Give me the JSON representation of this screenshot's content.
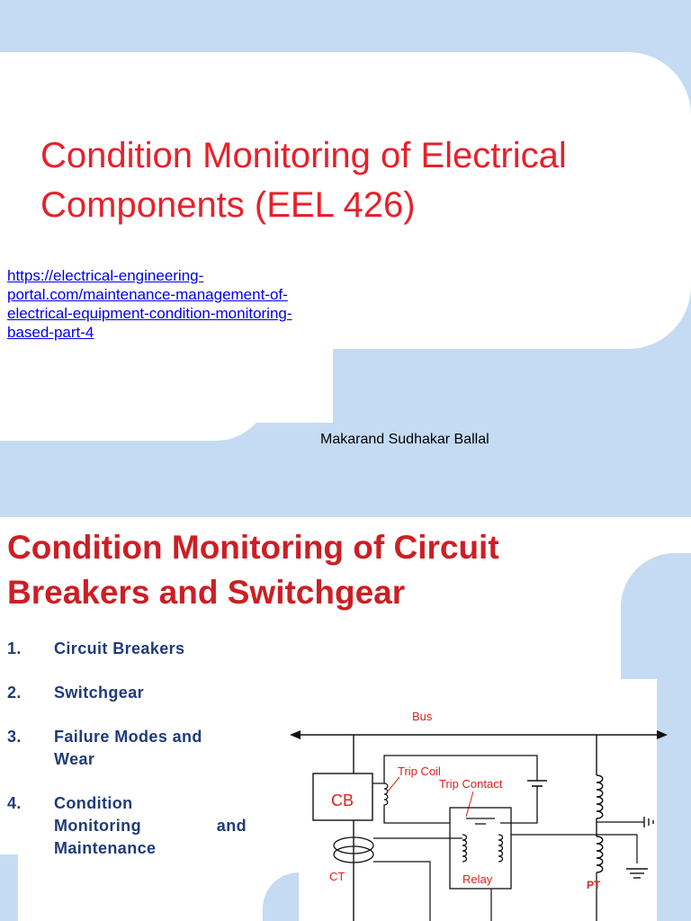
{
  "slide1": {
    "title_line1": "Condition Monitoring of Electrical",
    "title_line2": "Components (EEL 426)",
    "link": "https://electrical-engineering-portal.com/maintenance-management-of-electrical-equipment-condition-monitoring-based-part-4",
    "link_lines": [
      "https://electrical-engineering-",
      "portal.com/maintenance-management-of-",
      "electrical-equipment-condition-monitoring-",
      "based-part-4"
    ],
    "author": "Makarand Sudhakar Ballal"
  },
  "slide2": {
    "title_line1": "Condition Monitoring of Circuit",
    "title_line2": "Breakers and Switchgear",
    "items": [
      {
        "num": "1.",
        "label": "Circuit Breakers"
      },
      {
        "num": "2.",
        "label": "Switchgear"
      },
      {
        "num": "3.",
        "label_lines": [
          "Failure Modes and",
          "Wear"
        ]
      },
      {
        "num": "4.",
        "label_lines": [
          "Condition",
          "Monitoring and",
          "Maintenance"
        ]
      }
    ],
    "diagram": {
      "bus": "Bus",
      "trip_coil": "Trip Coil",
      "trip_contact": "Trip Contact",
      "cb": "CB",
      "ct": "CT",
      "relay": "Relay",
      "pt": "PT"
    }
  },
  "colors": {
    "background_blue": "#c5dbf3",
    "title_red": "#e8202a",
    "list_blue": "#1f3b7a",
    "diagram_red": "#e02020"
  }
}
